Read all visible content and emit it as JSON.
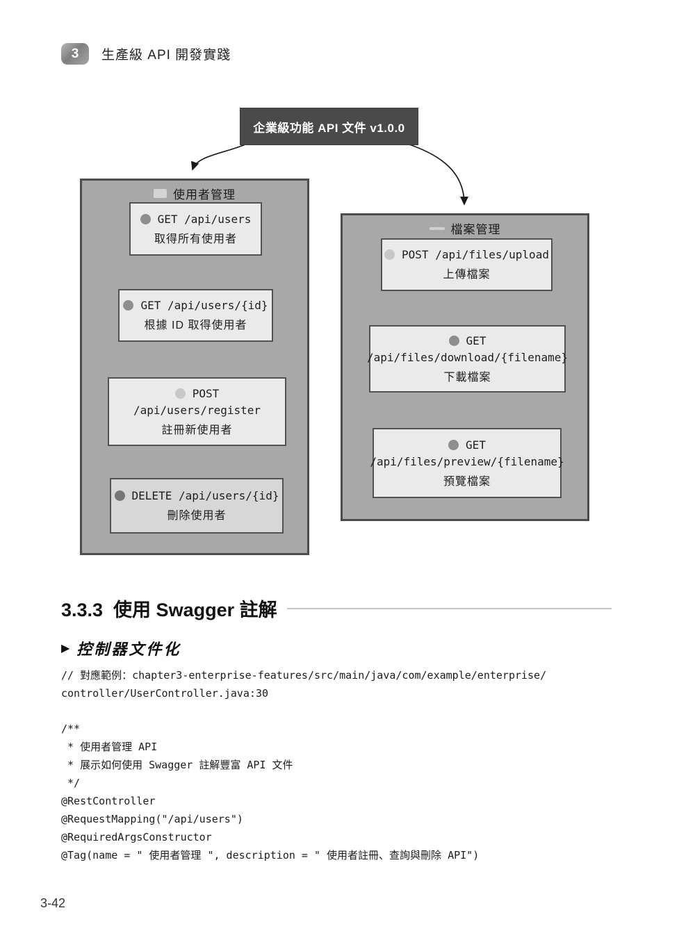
{
  "header": {
    "chapter_number": "3",
    "chapter_title": "生產級 API 開發實踐"
  },
  "diagram": {
    "root_label": "企業級功能 API 文件 v1.0.0",
    "groups": [
      {
        "title": "使用者管理",
        "endpoints": [
          {
            "method": "GET",
            "path": "/api/users",
            "label_lines": [
              "GET /api/users"
            ],
            "desc": "取得所有使用者"
          },
          {
            "method": "GET",
            "path": "/api/users/{id}",
            "label_lines": [
              "GET /api/users/{id}"
            ],
            "desc": "根據 ID 取得使用者"
          },
          {
            "method": "POST",
            "path": "/api/users/register",
            "label_lines": [
              "POST",
              "/api/users/register"
            ],
            "desc": "註冊新使用者"
          },
          {
            "method": "DELETE",
            "path": "/api/users/{id}",
            "label_lines": [
              "DELETE /api/users/{id}"
            ],
            "desc": "刪除使用者"
          }
        ]
      },
      {
        "title": "檔案管理",
        "endpoints": [
          {
            "method": "POST",
            "path": "/api/files/upload",
            "label_lines": [
              "POST /api/files/upload"
            ],
            "desc": "上傳檔案"
          },
          {
            "method": "GET",
            "path": "/api/files/download/{filename}",
            "label_lines": [
              "GET",
              "/api/files/download/{filename}"
            ],
            "desc": "下載檔案"
          },
          {
            "method": "GET",
            "path": "/api/files/preview/{filename}",
            "label_lines": [
              "GET",
              "/api/files/preview/{filename}"
            ],
            "desc": "預覽檔案"
          }
        ]
      }
    ]
  },
  "section": {
    "heading": "3.3.3  使用 Swagger 註解",
    "pointer_icon": "▶",
    "subheading": "控制器文件化"
  },
  "code": {
    "comment_lines": [
      "// 對應範例：chapter3-enterprise-features/src/main/java/com/example/enterprise/",
      "controller/UserController.java:30"
    ],
    "lines": [
      "/**",
      " * 使用者管理 API",
      " * 展示如何使用 Swagger 註解豐富 API 文件",
      " */",
      "@RestController",
      "@RequestMapping(\"/api/users\")",
      "@RequiredArgsConstructor",
      "@Tag(name = \" 使用者管理 \", description = \" 使用者註冊、查詢與刪除 API\")"
    ]
  },
  "footer": {
    "page_number": "3-42"
  },
  "colors": {
    "root_box": "#4a4a4a",
    "group_background": "#a8a8a8",
    "card_background": "#eaeaea",
    "delete_card_background": "#d7d7d7",
    "get_dot": "#8e8e8e",
    "post_dot": "#c8c8c8",
    "delete_dot": "#767676"
  }
}
